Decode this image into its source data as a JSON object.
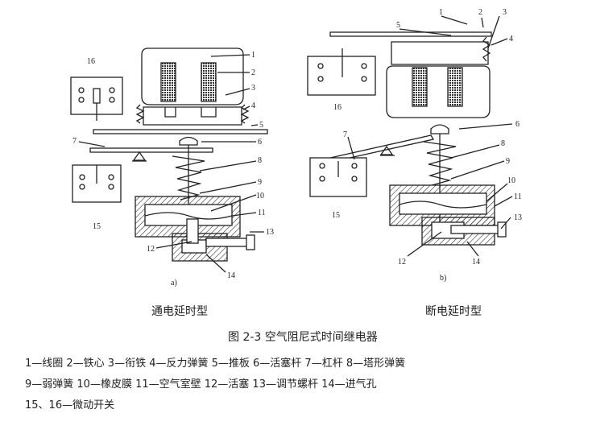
{
  "figure": {
    "subfig_a": {
      "letter": "a)",
      "caption": "通电延时型"
    },
    "subfig_b": {
      "letter": "b)",
      "caption": "断电延时型"
    },
    "title": "图 2-3    空气阻尼式时间继电器"
  },
  "callouts_a": [
    "1",
    "2",
    "3",
    "4",
    "5",
    "6",
    "7",
    "8",
    "9",
    "10",
    "11",
    "12",
    "13",
    "14",
    "15",
    "16"
  ],
  "callouts_b": [
    "1",
    "2",
    "3",
    "4",
    "5",
    "6",
    "7",
    "8",
    "9",
    "10",
    "11",
    "12",
    "13",
    "14",
    "15",
    "16"
  ],
  "legend_lines": [
    "1—线圈   2—铁心   3—衔铁   4—反力弹簧   5—推板   6—活塞杆  7—杠杆   8—塔形弹簧",
    "9—弱弹簧   10—橡皮膜   11—空气室壁   12—活塞   13—调节螺杆   14—进气孔",
    "15、16—微动开关"
  ]
}
